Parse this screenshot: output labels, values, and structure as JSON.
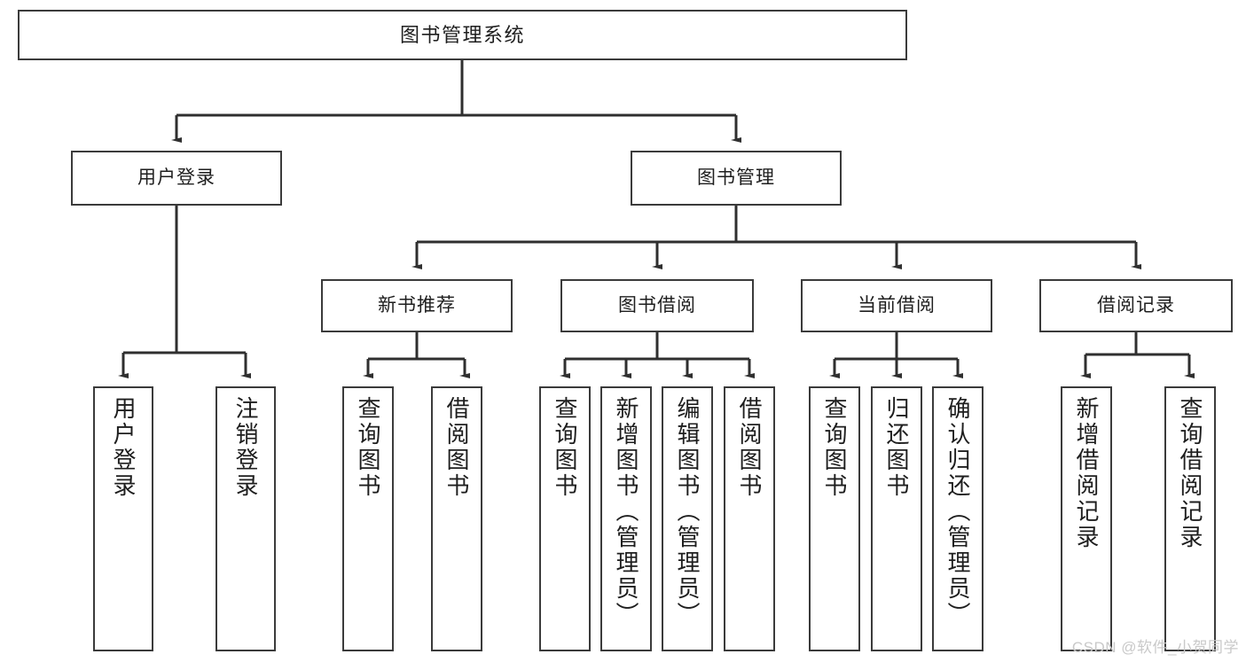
{
  "diagram": {
    "title": "图书管理系统",
    "type": "tree",
    "theme": {
      "background": "#ffffff",
      "box_stroke": "#3b3b3b",
      "box_fill": "#ffffff",
      "edge_stroke": "#2f2f2f",
      "text": "#1e1e1e",
      "watermark": "#c9c9c9"
    },
    "watermark": "CSDN @软件_小贺同学",
    "levels": 4,
    "nodes": {
      "root": {
        "label": "图书管理系统"
      },
      "level2": [
        {
          "id": "user-login",
          "label": "用户登录"
        },
        {
          "id": "book-manage",
          "label": "图书管理"
        }
      ],
      "level3": [
        {
          "id": "new-book-recommend",
          "label": "新书推荐",
          "parent": "book-manage"
        },
        {
          "id": "book-borrow",
          "label": "图书借阅",
          "parent": "book-manage"
        },
        {
          "id": "current-borrow",
          "label": "当前借阅",
          "parent": "book-manage"
        },
        {
          "id": "borrow-record",
          "label": "借阅记录",
          "parent": "book-manage"
        }
      ],
      "leaves": {
        "user_login": [
          {
            "id": "leaf-user-login",
            "label": "用户登录"
          },
          {
            "id": "leaf-user-logout",
            "label": "注销登录"
          }
        ],
        "new_book_recommend": [
          {
            "id": "leaf-query-book-1",
            "label": "查询图书"
          },
          {
            "id": "leaf-borrow-book-1",
            "label": "借阅图书"
          }
        ],
        "book_borrow": [
          {
            "id": "leaf-query-book-2",
            "label": "查询图书"
          },
          {
            "id": "leaf-add-book",
            "label": "新增图书（管理员）"
          },
          {
            "id": "leaf-edit-book",
            "label": "编辑图书（管理员）"
          },
          {
            "id": "leaf-borrow-book-2",
            "label": "借阅图书"
          }
        ],
        "current_borrow": [
          {
            "id": "leaf-query-book-3",
            "label": "查询图书"
          },
          {
            "id": "leaf-return-book",
            "label": "归还图书"
          },
          {
            "id": "leaf-confirm-return",
            "label": "确认归还（管理员）"
          }
        ],
        "borrow_record": [
          {
            "id": "leaf-add-record",
            "label": "新增借阅记录"
          },
          {
            "id": "leaf-query-record",
            "label": "查询借阅记录"
          }
        ]
      }
    }
  }
}
